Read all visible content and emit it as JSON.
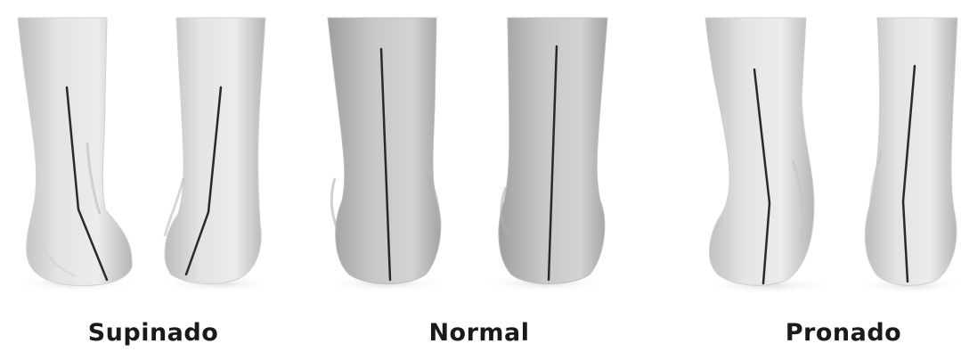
{
  "panels": [
    {
      "id": "supinado",
      "label": "Supinado"
    },
    {
      "id": "normal",
      "label": "Normal"
    },
    {
      "id": "pronado",
      "label": "Pronado"
    }
  ],
  "colors": {
    "background": "#ffffff",
    "skin_light": "#e6e6e6",
    "skin_mid": "#c9c9c9",
    "skin_dark": "#9a9a9a",
    "axis_line": "#2a2a2a",
    "label_text": "#1a1a1a"
  }
}
